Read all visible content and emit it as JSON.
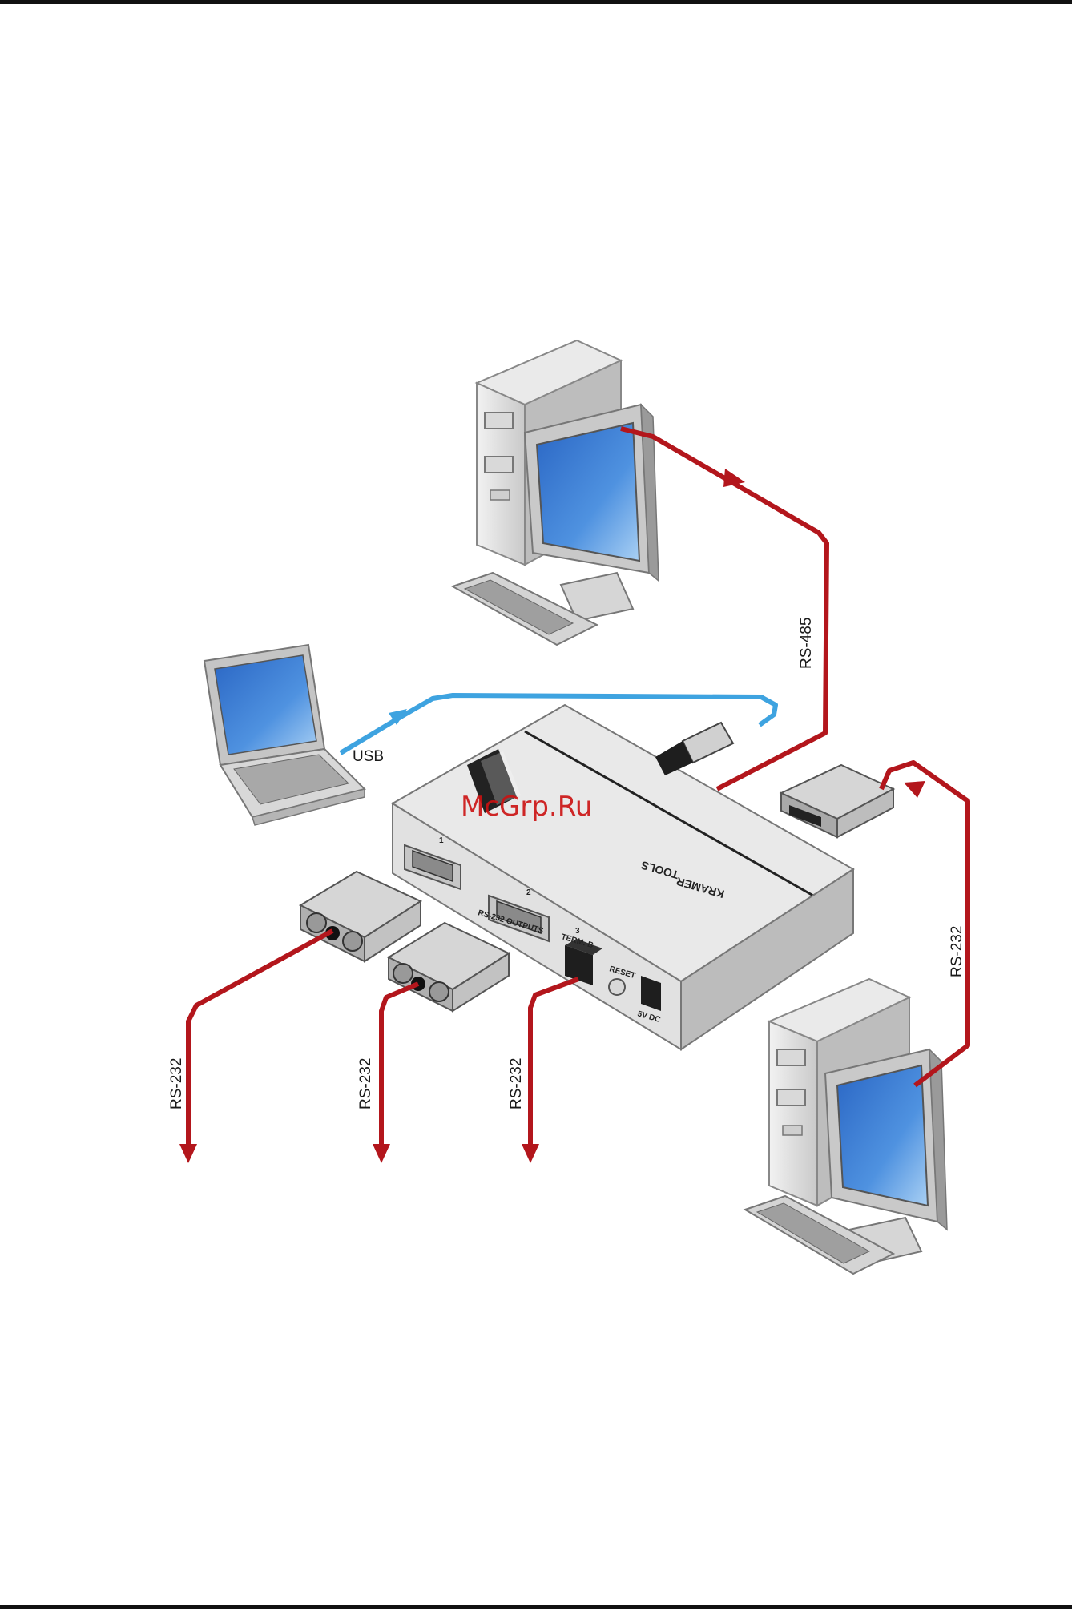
{
  "labels": {
    "rs485": "RS-485",
    "usb": "USB",
    "rs232_right": "RS-232",
    "rs232_out1": "RS-232",
    "rs232_out2": "RS-232",
    "rs232_out3": "RS-232"
  },
  "device": {
    "brand": "KRAMER",
    "series": "TOOLS",
    "port1": "1",
    "port2": "2",
    "port3": "3",
    "outputs_label": "RS-232 OUTPUTS",
    "term_label": "TERM. B",
    "reset_label": "RESET",
    "power_label": "5V DC"
  },
  "watermark": "McGrp.Ru",
  "colors": {
    "rs_cable": "#b3161c",
    "usb_cable": "#3ea3e0",
    "device_body": "#e4e4e4",
    "screen": "#3d7fd0"
  }
}
